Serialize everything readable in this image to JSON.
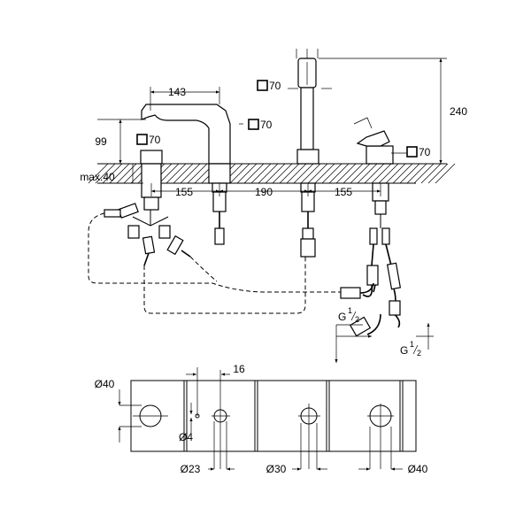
{
  "top_view": {
    "dim_143": "143",
    "dim_240": "240",
    "dim_99": "99",
    "dim_max40": "max.40",
    "dim_155_left": "155",
    "dim_190": "190",
    "dim_155_right": "155",
    "square_labels": [
      "70",
      "70",
      "70",
      "70"
    ],
    "g_thread_left": {
      "prefix": "G",
      "num": "1",
      "den": "2"
    },
    "g_thread_right": {
      "prefix": "G",
      "num": "1",
      "den": "2"
    }
  },
  "plan_view": {
    "dim_40_left": "Ø40",
    "dim_16": "16",
    "dim_4": "Ø4",
    "dim_23": "Ø23",
    "dim_30": "Ø30",
    "dim_40_right": "Ø40"
  }
}
